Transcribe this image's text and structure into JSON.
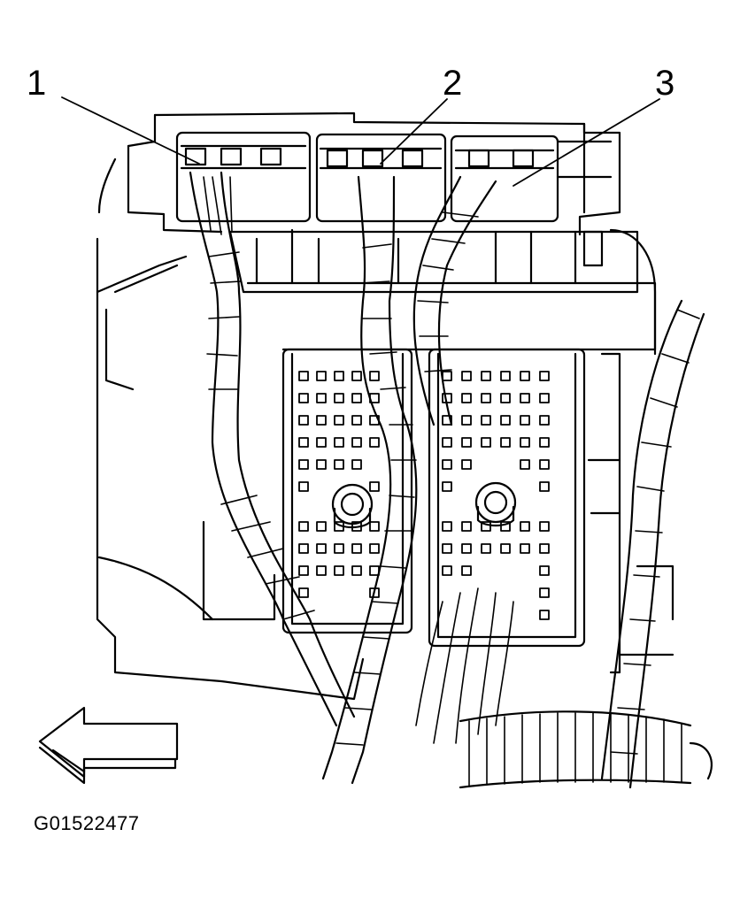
{
  "callouts": {
    "c1": "1",
    "c2": "2",
    "c3": "3"
  },
  "figure_id": "G01522477",
  "colors": {
    "ink": "#000000",
    "paper": "#ffffff",
    "arrow_fill": "#d8d8d8"
  },
  "icons": {
    "direction": "arrow-left-icon"
  }
}
